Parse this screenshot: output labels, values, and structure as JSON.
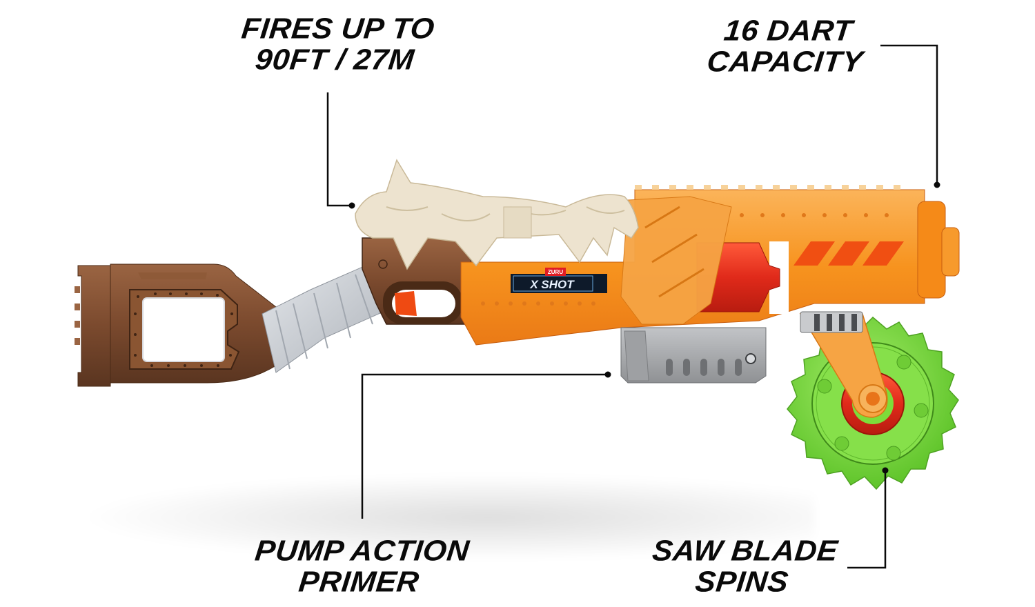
{
  "product": {
    "brand": "ZURU",
    "logo": "X SHOT",
    "colors": {
      "body_orange": "#f7931e",
      "body_orange_dark": "#e8741a",
      "bone": "#ede3cf",
      "stock_brown": "#7b4a2e",
      "bandage_grey": "#c9cdd3",
      "drum_red": "#e02a1a",
      "saw_green": "#7ddc3a",
      "pump_grey": "#a9abae",
      "line_black": "#0a0a0a"
    }
  },
  "callouts": [
    {
      "id": "range",
      "line1": "FIRES UP TO",
      "line2": "90FT / 27M"
    },
    {
      "id": "capacity",
      "line1": "16 DART",
      "line2": "CAPACITY"
    },
    {
      "id": "pump",
      "line1": "PUMP ACTION",
      "line2": "PRIMER"
    },
    {
      "id": "saw",
      "line1": "SAW BLADE",
      "line2": "SPINS"
    }
  ]
}
